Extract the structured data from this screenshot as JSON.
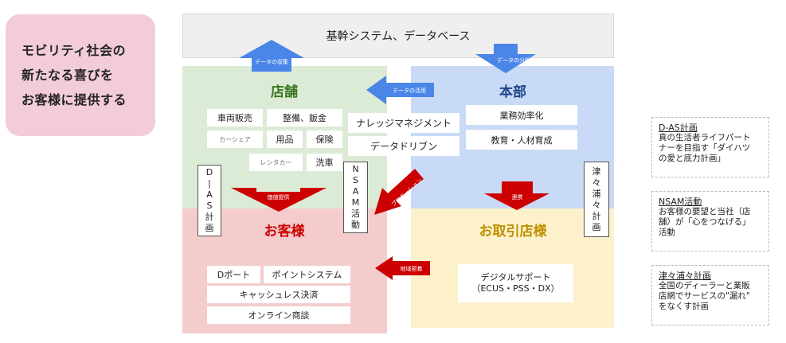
{
  "tagline": {
    "lines": [
      "モビリティ社会の",
      "新たなる喜びを",
      "お客様に提供する"
    ]
  },
  "topbar": {
    "label": "基幹システム、データベース"
  },
  "quadrants": {
    "shop": {
      "title": "店舗"
    },
    "hq": {
      "title": "本部"
    },
    "customer": {
      "title": "お客様"
    },
    "dealer": {
      "title": "お取引店様"
    }
  },
  "shop_items": {
    "sales": "車両販売",
    "maintenance": "整備、鈑金",
    "carshare": "カーシェア",
    "supplies": "用品",
    "insurance": "保険",
    "rental": "レンタカー",
    "carwash": "洗車"
  },
  "middle_items": {
    "knowledge": "ナレッジマネジメント",
    "datadriven": "データドリブン"
  },
  "hq_items": {
    "efficiency": "業務効率化",
    "education": "教育・人材育成"
  },
  "customer_items": {
    "dport": "Dポート",
    "points": "ポイントシステム",
    "cashless": "キャッシュレス決済",
    "online": "オンライン商談"
  },
  "dealer_items": {
    "digital_line1": "デジタルサポート",
    "digital_line2": "（ECUS・PSS・DX）"
  },
  "vertical_labels": {
    "dias": [
      "D",
      "|",
      "A",
      "S",
      "計",
      "画"
    ],
    "nsam": [
      "N",
      "S",
      "A",
      "M",
      "活",
      "動"
    ],
    "tsudura": [
      "津",
      "々",
      "浦",
      "々",
      "計",
      "画"
    ]
  },
  "arrows": {
    "collect": "データの収集",
    "analyze": "データの分析",
    "utilize": "データの活用",
    "value": "価値提供",
    "promotion": "プロモーション",
    "link": "連携",
    "community": "地域密着"
  },
  "side_notes": [
    {
      "title": "D-AS計画",
      "lines": [
        "真の生活者ライフパート",
        "ナーを目指す「ダイハツ",
        "の愛と底力計画」"
      ]
    },
    {
      "title": "NSAM活動",
      "lines": [
        "お客様の要望と当社（店",
        "舗）が「心をつなげる」",
        "活動"
      ]
    },
    {
      "title": "津々浦々計画",
      "lines": [
        "全国のディーラーと業販",
        "店網でサービスの\"漏れ\"",
        "をなくす計画"
      ]
    }
  ],
  "colors": {
    "blue_arrow": "#4a86e8",
    "red_arrow": "#cc0000",
    "shop_title": "#38761d",
    "hq_title": "#1c4587",
    "cust_title": "#cc0000",
    "dealer_title": "#bf9000"
  }
}
